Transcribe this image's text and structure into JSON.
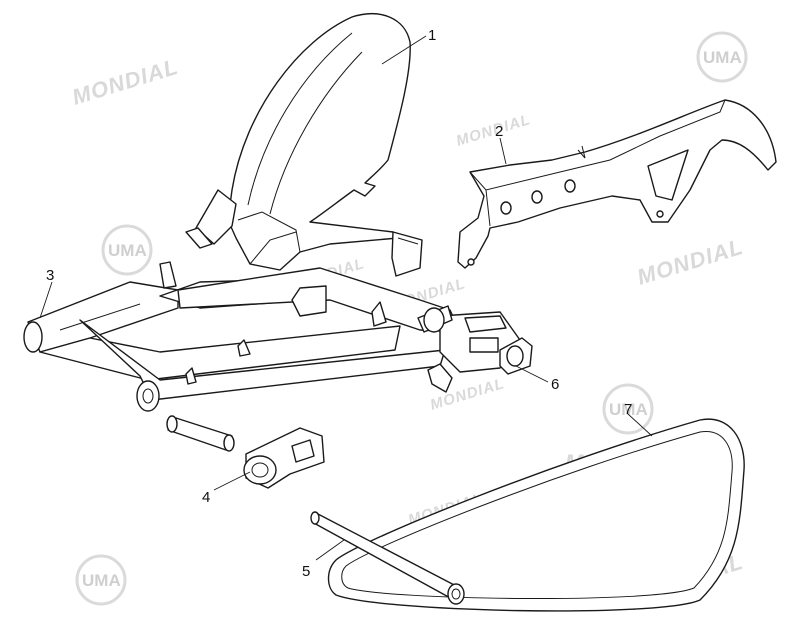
{
  "watermark": {
    "brand_text": "MONDIAL",
    "logo_text": "UMA"
  },
  "callouts": [
    {
      "id": "1",
      "label": "1",
      "part": "rear fender / hugger"
    },
    {
      "id": "2",
      "label": "2",
      "part": "chain guard"
    },
    {
      "id": "3",
      "label": "3",
      "part": "swing arm"
    },
    {
      "id": "4",
      "label": "4",
      "part": "chain slider block"
    },
    {
      "id": "5",
      "label": "5",
      "part": "swing arm pivot shaft"
    },
    {
      "id": "6",
      "label": "6",
      "part": "chain adjuster"
    },
    {
      "id": "7",
      "label": "7",
      "part": "drive chain"
    }
  ],
  "colors": {
    "line": "#1a1a1a",
    "watermark": "#d9d9d9",
    "background": "#ffffff"
  }
}
